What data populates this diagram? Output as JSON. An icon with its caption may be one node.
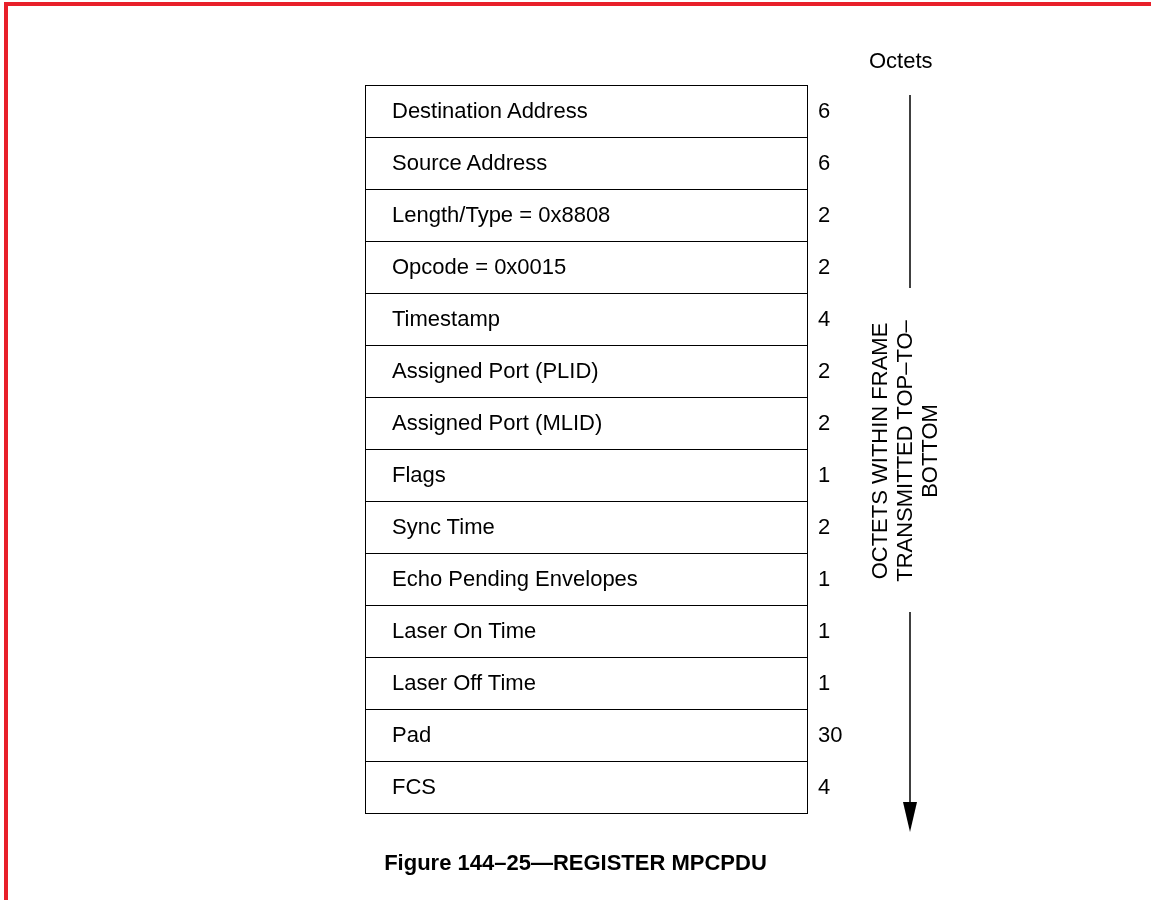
{
  "diagram": {
    "caption": "Figure 144–25—REGISTER MPCPDU",
    "nodes": [
      {
        "text": [
          "Destination Address"
        ],
        "beside": [
          "6"
        ]
      },
      {
        "text": [
          "Source Address"
        ],
        "beside": [
          "6"
        ]
      },
      {
        "text": [
          "Length/Type = 0x8808"
        ],
        "beside": [
          "2"
        ]
      },
      {
        "text": [
          "Opcode = 0x0015"
        ],
        "beside": [
          "2"
        ]
      },
      {
        "text": [
          "Timestamp"
        ],
        "beside": [
          "4"
        ]
      },
      {
        "text": [
          "Assigned Port (PLID)"
        ],
        "beside": [
          "2"
        ]
      },
      {
        "text": [
          "Assigned Port (MLID)"
        ],
        "beside": [
          "2"
        ]
      },
      {
        "text": [
          "Flags"
        ],
        "beside": [
          "1"
        ]
      },
      {
        "text": [
          "Sync Time"
        ],
        "beside": [
          "2"
        ]
      },
      {
        "text": [
          "Echo Pending Envelopes"
        ],
        "beside": [
          "1"
        ]
      },
      {
        "text": [
          "Laser On Time"
        ],
        "beside": [
          "1"
        ]
      },
      {
        "text": [
          "Laser Off Time"
        ],
        "beside": [
          "1"
        ]
      },
      {
        "text": [
          "Pad"
        ],
        "beside": [
          "30"
        ]
      },
      {
        "text": [
          "FCS"
        ],
        "beside": [
          "4"
        ]
      }
    ],
    "edges": [],
    "labels": [
      "Octets",
      "OCTETS WITHIN FRAME TRANSMITTED TOP–TO–BOTTOM"
    ]
  }
}
